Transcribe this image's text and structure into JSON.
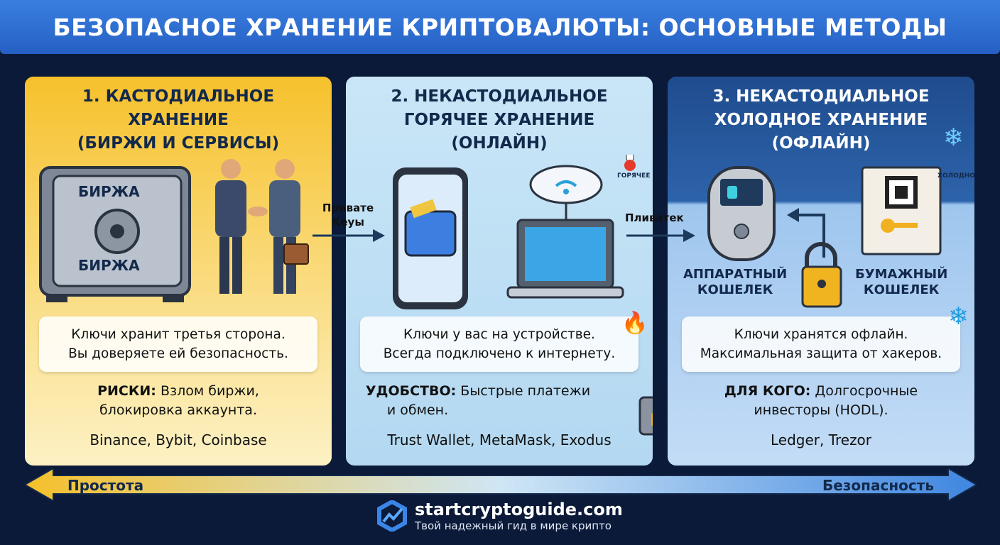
{
  "title": "БЕЗОПАСНОЕ ХРАНЕНИЕ КРИПТОВАЛЮТЫ: ОСНОВНЫЕ МЕТОДЫ",
  "colors": {
    "title_bar": "#2d6fd6",
    "background": "#0b1a38",
    "custodial": "#f6c12c",
    "hot": "#c9e6f7",
    "cold": "#1f4c8e"
  },
  "panels": [
    {
      "heading": [
        "1. КАСТОДИАЛЬНОЕ",
        "ХРАНЕНИЕ",
        "(БИРЖИ И СЕРВИСЫ)"
      ],
      "safe_label": "БИРЖА",
      "desc": [
        "Ключи хранит третья сторона.",
        "Вы доверяете ей безопасность."
      ],
      "note_label": "РИСКИ:",
      "note": [
        "Взлом биржи,",
        "блокировка аккаунта."
      ],
      "examples": "Binance, Bybit, Coinbase",
      "icons": [
        "safe-icon",
        "handshake-icon",
        "briefcase-icon"
      ]
    },
    {
      "heading": [
        "2. НЕКАСТОДИАЛЬНОЕ",
        "ГОРЯЧЕЕ ХРАНЕНИЕ",
        "(ОНЛАЙН)"
      ],
      "temp_label": "ГОРЯЧЕЕ",
      "desc": [
        "Ключи у вас на устройстве.",
        "Всегда подключено к интернету."
      ],
      "note_label": "УДОБСТВО:",
      "note": [
        "Быстрые платежи",
        "и обмен."
      ],
      "examples": "Trust Wallet, MetaMask, Exodus",
      "icons": [
        "phone-wallet-icon",
        "cloud-wifi-icon",
        "laptop-icon",
        "fire-icon",
        "lock-safe-icon"
      ]
    },
    {
      "heading": [
        "3. НЕКАСТОДИАЛЬНОЕ",
        "ХОЛОДНОЕ ХРАНЕНИЕ",
        "(ОФЛАЙН)"
      ],
      "temp_label": "ХОЛОДНОЕ",
      "hardware": [
        "АППАРАТНЫЙ",
        "КОШЕЛЕК"
      ],
      "paper": [
        "БУМАЖНЫЙ",
        "КОШЕЛЕК"
      ],
      "desc": [
        "Ключи хранятся офлайн.",
        "Максимальная защита от хакеров."
      ],
      "note_label": "ДЛЯ КОГО:",
      "note": [
        "Долгосрочные",
        "инвесторы (HODL)."
      ],
      "examples": "Ledger, Trezor",
      "icons": [
        "hardware-wallet-icon",
        "paper-wallet-icon",
        "padlock-icon",
        "snowflake-icon"
      ]
    }
  ],
  "arrows": {
    "first": [
      "Привате",
      "Кеуы"
    ],
    "second": "Пливатек"
  },
  "scale": {
    "left": "Простота",
    "right": "Безопасность"
  },
  "footer": {
    "site": "startcryptoguide.com",
    "tagline": "Твой надежный гид в мире крипто"
  }
}
